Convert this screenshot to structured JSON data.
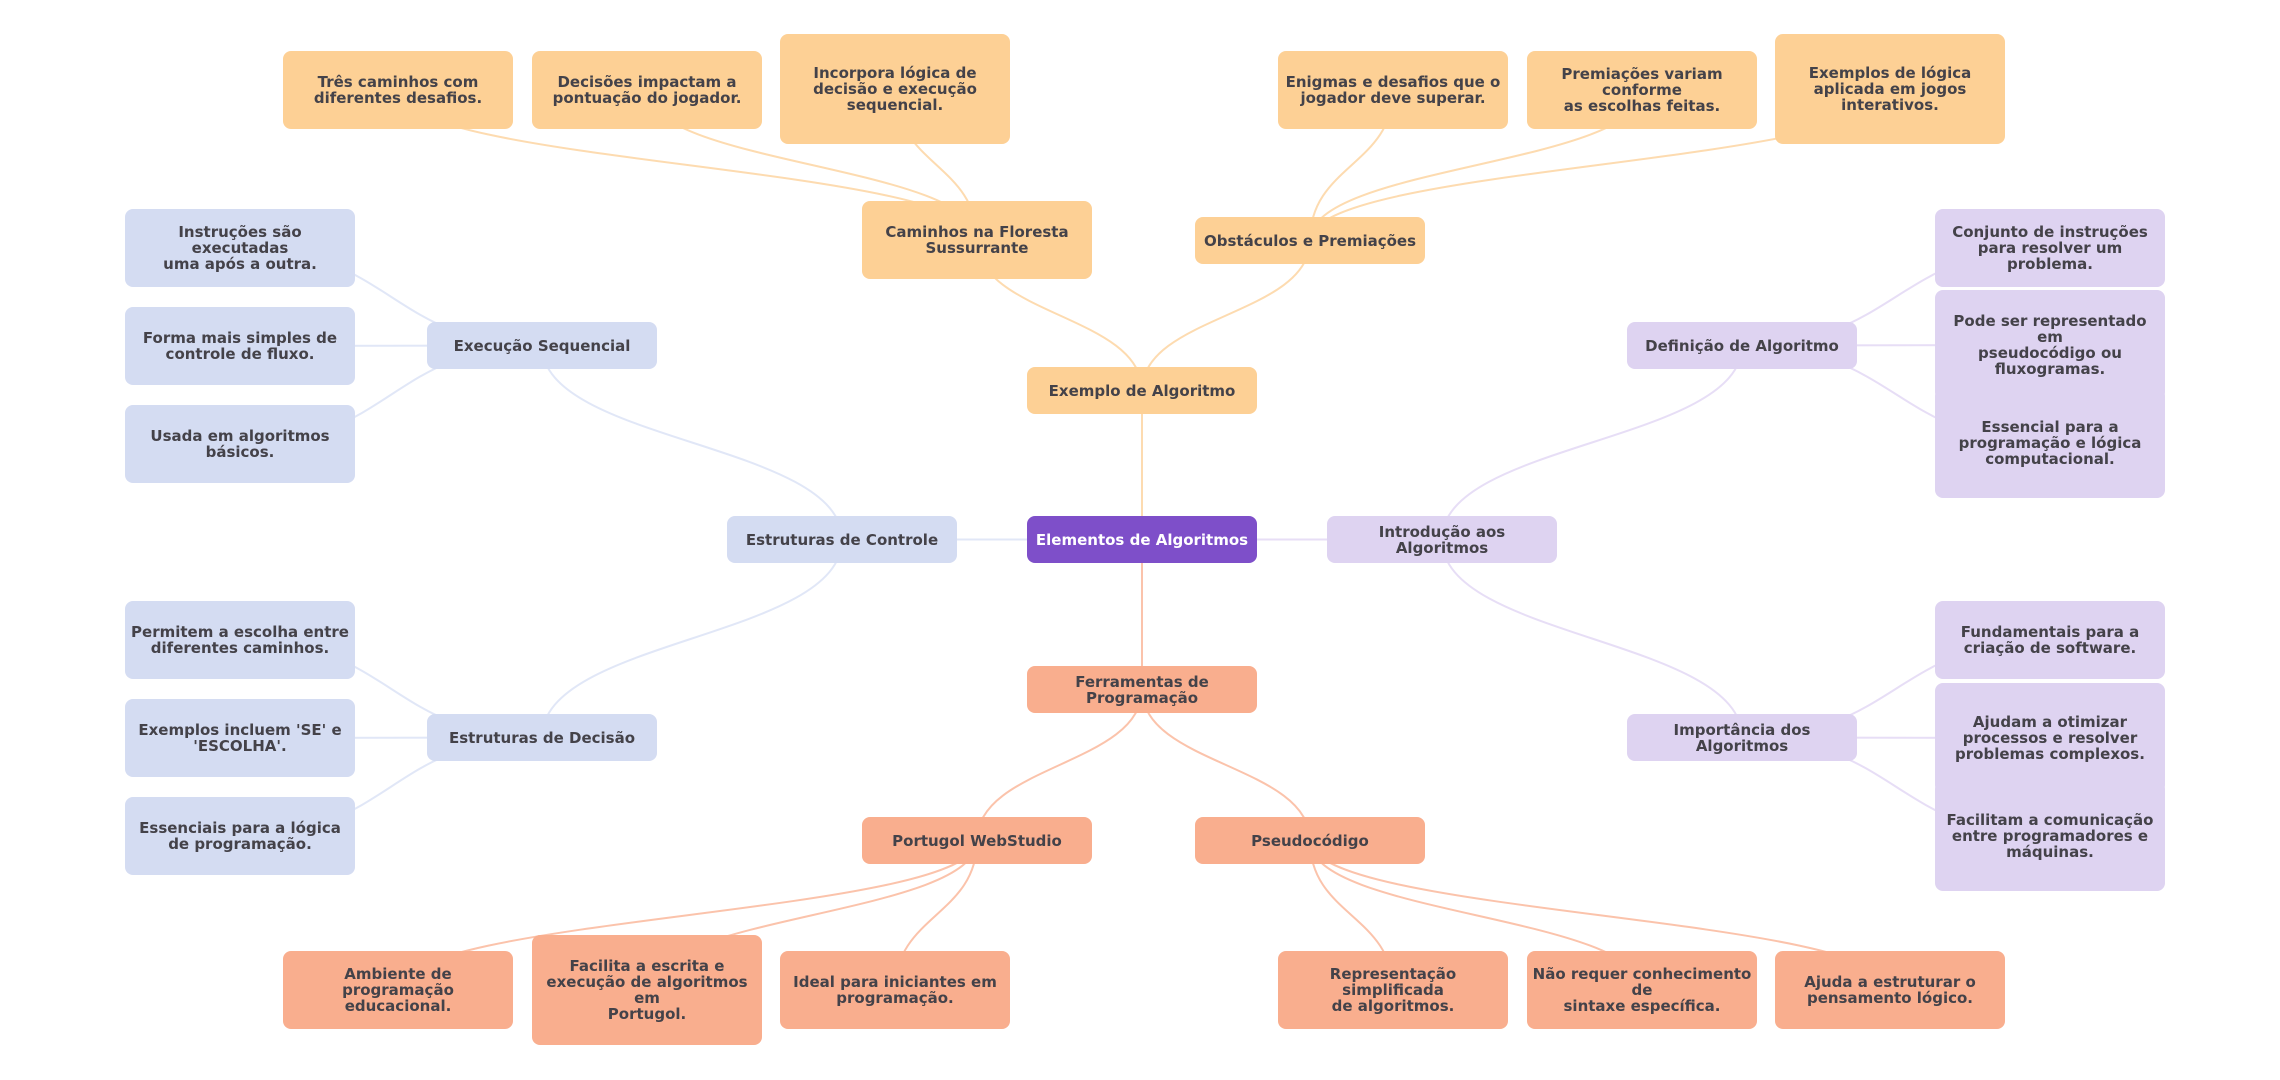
{
  "title": "Elementos de Algoritmos",
  "colors": {
    "root": "#7E4FC9",
    "exemplo_branch": "#FDD095",
    "estruturas_branch": "#D4DCF2",
    "introducao_branch": "#DED3F1",
    "ferramentas_branch": "#F9AE8E"
  },
  "root": {
    "label": "Elementos de Algoritmos"
  },
  "branches": {
    "exemplo": {
      "label": "Exemplo de Algoritmo",
      "children": [
        {
          "label": "Caminhos na Floresta\nSussurrante",
          "leaves": [
            "Três caminhos com\ndiferentes desafios.",
            "Decisões impactam a\npontuação do jogador.",
            "Incorpora lógica de\ndecisão e execução\nsequencial."
          ]
        },
        {
          "label": "Obstáculos e Premiações",
          "leaves": [
            "Enigmas e desafios que o\njogador deve superar.",
            "Premiações variam conforme\nas escolhas feitas.",
            "Exemplos de lógica\naplicada em jogos\ninterativos."
          ]
        }
      ]
    },
    "estruturas": {
      "label": "Estruturas de Controle",
      "children": [
        {
          "label": "Execução Sequencial",
          "leaves": [
            "Instruções são executadas\numa após a outra.",
            "Forma mais simples de\ncontrole de fluxo.",
            "Usada em algoritmos\nbásicos."
          ]
        },
        {
          "label": "Estruturas de Decisão",
          "leaves": [
            "Permitem a escolha entre\ndiferentes caminhos.",
            "Exemplos incluem 'SE' e\n'ESCOLHA'.",
            "Essenciais para a lógica\nde programação."
          ]
        }
      ]
    },
    "introducao": {
      "label": "Introdução aos Algoritmos",
      "children": [
        {
          "label": "Definição de Algoritmo",
          "leaves": [
            "Conjunto de instruções\npara resolver um problema.",
            "Pode ser representado em\npseudocódigo ou\nfluxogramas.",
            "Essencial para a\nprogramação e lógica\ncomputacional."
          ]
        },
        {
          "label": "Importância dos Algoritmos",
          "leaves": [
            "Fundamentais para a\ncriação de software.",
            "Ajudam a otimizar\nprocessos e resolver\nproblemas complexos.",
            "Facilitam a comunicação\nentre programadores e\nmáquinas."
          ]
        }
      ]
    },
    "ferramentas": {
      "label": "Ferramentas de Programação",
      "children": [
        {
          "label": "Portugol WebStudio",
          "leaves": [
            "Ambiente de programação\neducacional.",
            "Facilita a escrita e\nexecução de algoritmos em\nPortugol.",
            "Ideal para iniciantes em\nprogramação."
          ]
        },
        {
          "label": "Pseudocódigo",
          "leaves": [
            "Representação simplificada\nde algoritmos.",
            "Não requer conhecimento de\nsintaxe específica.",
            "Ajuda a estruturar o\npensamento lógico."
          ]
        }
      ]
    }
  }
}
